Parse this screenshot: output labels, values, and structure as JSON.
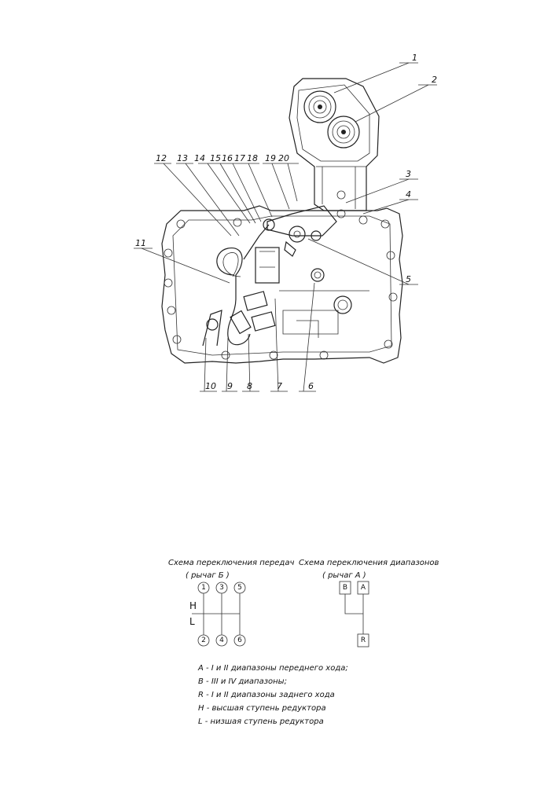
{
  "callouts": [
    "1",
    "2",
    "3",
    "4",
    "5",
    "6",
    "7",
    "8",
    "9",
    "10",
    "11",
    "12",
    "13",
    "14",
    "15",
    "16",
    "17",
    "18",
    "19",
    "20"
  ],
  "gear_scheme": {
    "title": "Схема переключения передач",
    "subtitle": "( рычаг Б )",
    "top_positions": [
      "1",
      "3",
      "5"
    ],
    "bottom_positions": [
      "2",
      "4",
      "6"
    ],
    "high_label": "H",
    "low_label": "L"
  },
  "range_scheme": {
    "title": "Схема переключения диапазонов",
    "subtitle": "( рычаг А )",
    "boxes": [
      "B",
      "A",
      "R"
    ]
  },
  "legend": [
    "A - I  и  II диапазоны переднего хода;",
    "B - III  и  IV диапазоны;",
    "R - I  и  II диапазоны заднего хода",
    "H - высшая ступень редуктора",
    "L - низшая ступень редуктора"
  ]
}
